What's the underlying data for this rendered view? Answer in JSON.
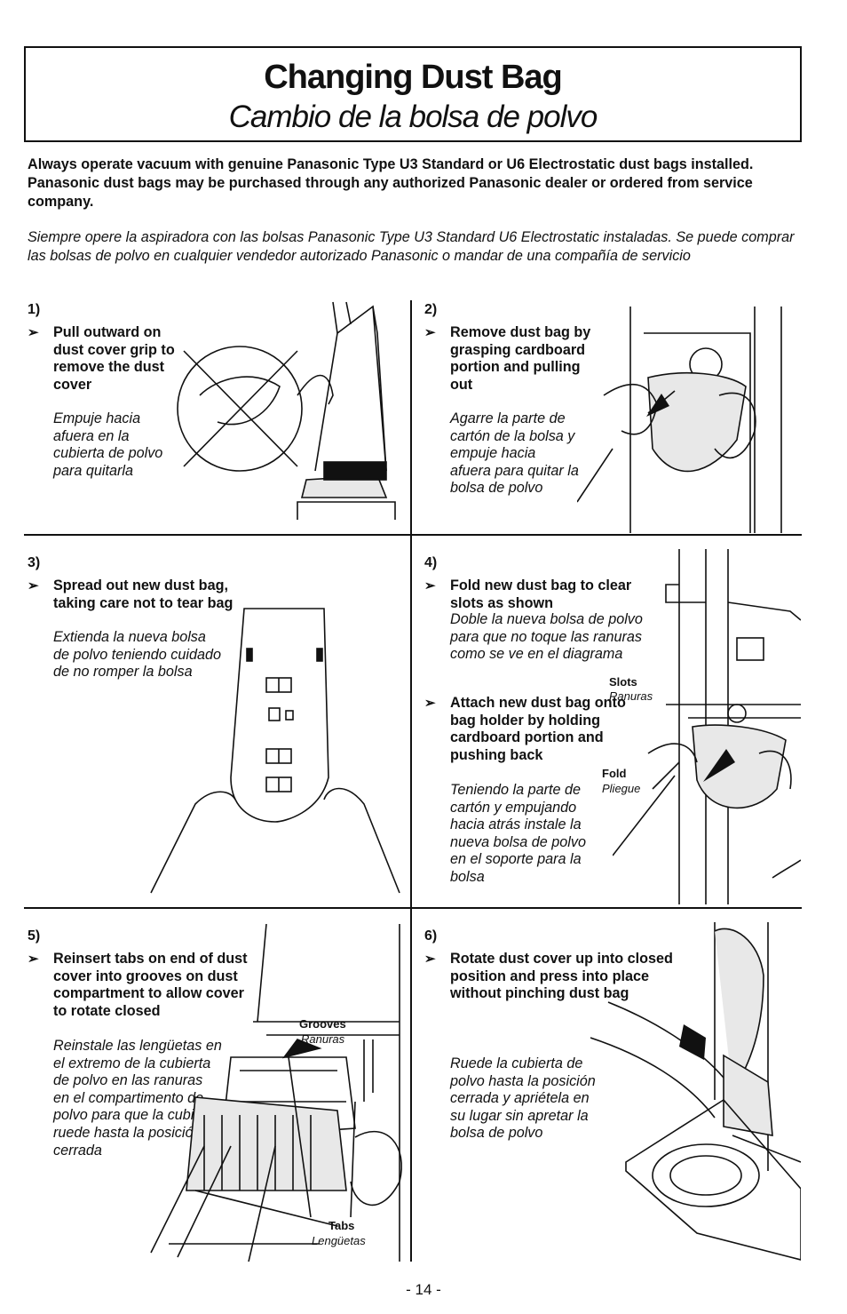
{
  "title": {
    "en": "Changing Dust Bag",
    "es": "Cambio de la bolsa de polvo"
  },
  "intro": {
    "en": "Always operate vacuum with genuine Panasonic Type U3 Standard or U6 Electrostatic dust bags installed. Panasonic dust bags may be purchased through any authorized Panasonic dealer or ordered from service company.",
    "es": "Siempre opere la aspiradora con las bolsas Panasonic Type U3 Standard U6 Electrostatic instaladas. Se puede comprar las bolsas de polvo en cualquier vendedor autorizado Panasonic o mandar de una compañía de servicio"
  },
  "arrow_glyph": "➢",
  "steps": [
    {
      "number": "1)",
      "en": "Pull outward on dust cover grip to remove the dust cover",
      "es": "Empuje hacia afuera en la cubierta de polvo para quitarla"
    },
    {
      "number": "2)",
      "en": "Remove dust bag by grasping cardboard portion and pulling out",
      "es": "Agarre la parte de cartón de la bolsa y empuje hacia afuera para quitar la bolsa de polvo"
    },
    {
      "number": "3)",
      "en": "Spread out new dust bag, taking care not to tear bag",
      "es": "Extienda la nueva bolsa de polvo teniendo cuidado de no romper la bolsa"
    },
    {
      "number": "4)",
      "en": "Fold new dust bag to clear slots as shown",
      "es": "Doble la nueva bolsa de polvo para que no toque las ranuras como se ve en el diagrama",
      "en2": "Attach new dust bag onto bag holder by holding cardboard portion and pushing back",
      "es2": "Teniendo la parte de cartón y empujando hacia atrás instale la nueva bolsa de polvo en el soporte para la bolsa",
      "labels": {
        "slots_en": "Slots",
        "slots_es": "Ranuras",
        "fold_en": "Fold",
        "fold_es": "Pliegue"
      }
    },
    {
      "number": "5)",
      "en": "Reinsert tabs on end of dust cover into grooves on dust compartment to allow cover to rotate closed",
      "es": "Reinstale las lengüetas en el extremo de la cubierta de polvo en las ranuras en el compartimento de polvo para que la cubierta ruede hasta la posición cerrada",
      "labels": {
        "grooves_en": "Grooves",
        "grooves_es": "Ranuras",
        "tabs_en": "Tabs",
        "tabs_es": "Lengüetas"
      }
    },
    {
      "number": "6)",
      "en": "Rotate dust cover up into closed position and press into place without pinching dust bag",
      "es": "Ruede la cubierta de polvo hasta la posición cerrada y apriétela en su lugar sin apretar la bolsa de polvo"
    }
  ],
  "page_number": "- 14 -"
}
